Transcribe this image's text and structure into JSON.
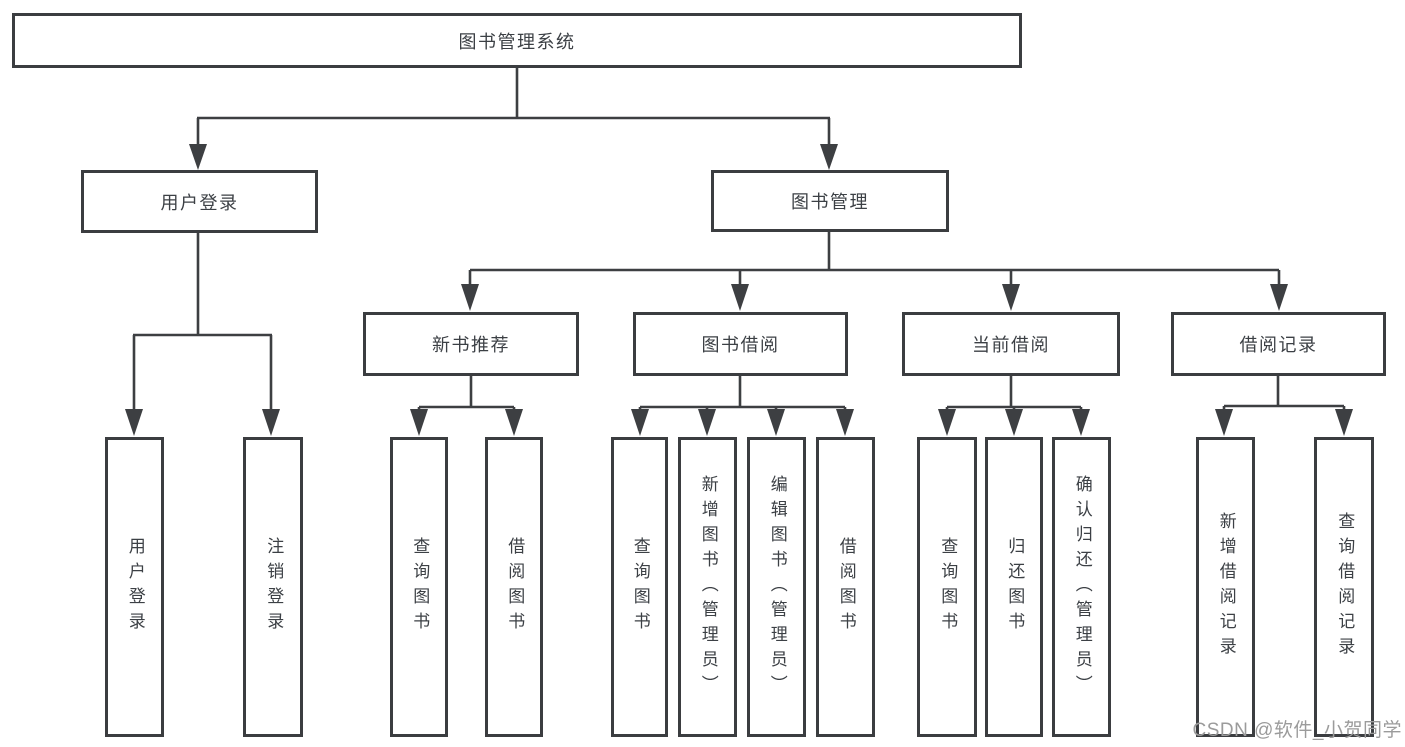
{
  "colors": {
    "background": "#ffffff",
    "line": "#3d3f42",
    "box_border": "#3b3d40",
    "text": "#3c4045",
    "watermark": "#9b9b9b"
  },
  "watermark": {
    "text": "CSDN @软件_小贺同学"
  },
  "tree": {
    "label": "图书管理系统",
    "children": [
      {
        "label": "用户登录",
        "children": [
          {
            "label": "用户登录"
          },
          {
            "label": "注销登录"
          }
        ]
      },
      {
        "label": "图书管理",
        "children": [
          {
            "label": "新书推荐",
            "children": [
              {
                "label": "查询图书"
              },
              {
                "label": "借阅图书"
              }
            ]
          },
          {
            "label": "图书借阅",
            "children": [
              {
                "label": "查询图书"
              },
              {
                "label": "新增图书（管理员）"
              },
              {
                "label": "编辑图书（管理员）"
              },
              {
                "label": "借阅图书"
              }
            ]
          },
          {
            "label": "当前借阅",
            "children": [
              {
                "label": "查询图书"
              },
              {
                "label": "归还图书"
              },
              {
                "label": "确认归还（管理员）"
              }
            ]
          },
          {
            "label": "借阅记录",
            "children": [
              {
                "label": "新增借阅记录"
              },
              {
                "label": "查询借阅记录"
              }
            ]
          }
        ]
      }
    ]
  }
}
